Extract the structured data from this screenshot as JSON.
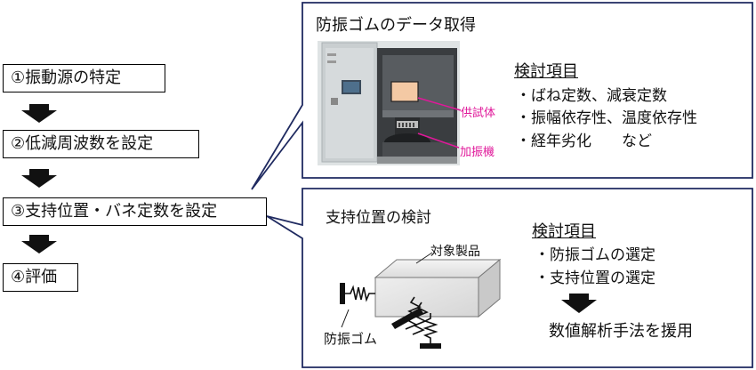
{
  "steps": [
    "①振動源の特定",
    "②低減周波数を設定",
    "③支持位置・バネ定数を設定",
    "④評価"
  ],
  "top_panel": {
    "title": "防振ゴムのデータ取得",
    "items_heading": "検討項目",
    "items": [
      "・ばね定数、減衰定数",
      "・振幅依存性、温度依存性",
      "・経年劣化　　など"
    ],
    "photo_labels": {
      "specimen": "供試体",
      "shaker": "加振機"
    }
  },
  "bottom_panel": {
    "title": "支持位置の検討",
    "items_heading": "検討項目",
    "items": [
      "・防振ゴムの選定",
      "・支持位置の選定"
    ],
    "product_label": "対象製品",
    "rubber_label": "防振ゴム",
    "conclusion": "数値解析手法を援用"
  },
  "colors": {
    "panel_border": "#1f2a60",
    "callout_label": "#e0189a",
    "arrow": "#111111"
  }
}
